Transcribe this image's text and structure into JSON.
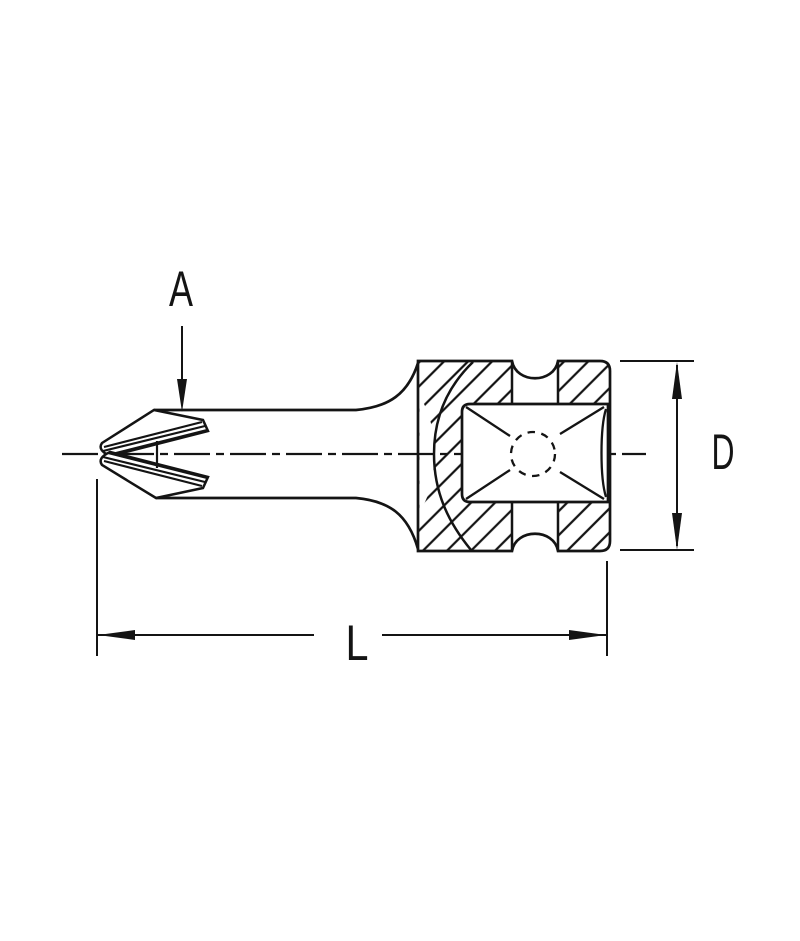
{
  "drawing": {
    "labels": {
      "tip_size": "A",
      "diameter": "D",
      "length": "L"
    },
    "colors": {
      "line": "#141414",
      "background": "#ffffff"
    }
  }
}
